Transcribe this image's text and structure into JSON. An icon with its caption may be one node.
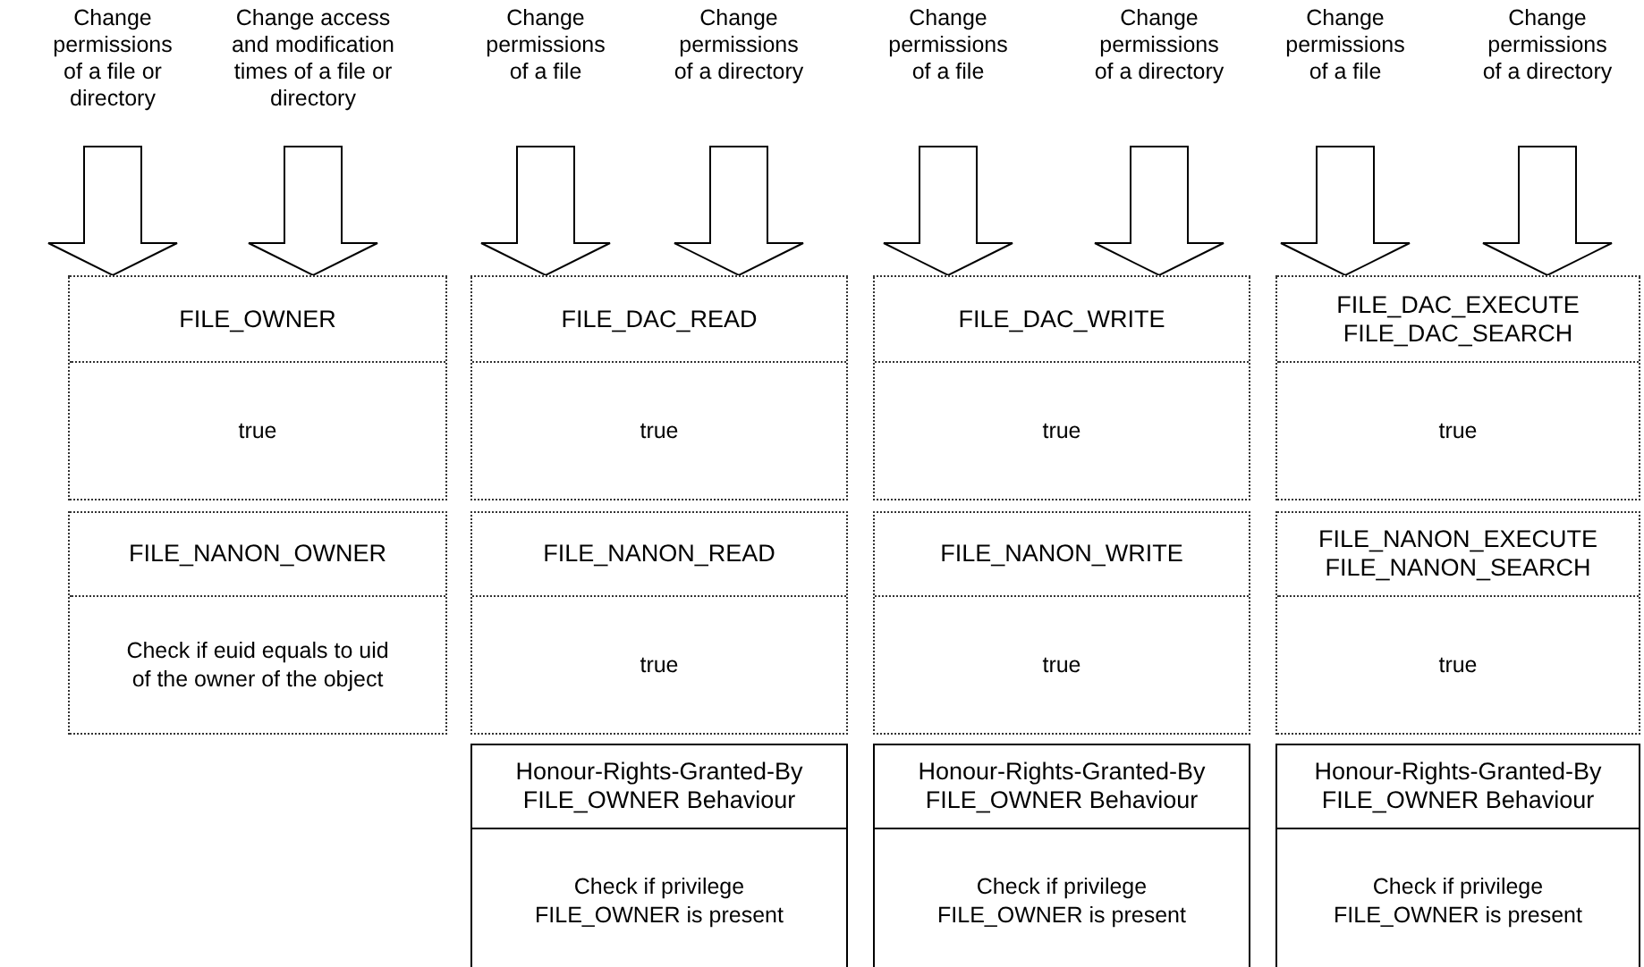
{
  "diagram": {
    "nodes": [
      {
        "text": [
          "Change permissions of a file or directory"
        ]
      },
      {
        "text": [
          "Change access and modification times of a file or directory"
        ]
      },
      {
        "text": [
          "Change permissions of a file"
        ]
      },
      {
        "text": [
          "Change permissions of a directory"
        ]
      },
      {
        "text": [
          "Change permissions of a file"
        ]
      },
      {
        "text": [
          "Change permissions of a directory"
        ]
      },
      {
        "text": [
          "Change permissions of a file"
        ]
      },
      {
        "text": [
          "Change permissions of a directory"
        ]
      },
      {
        "text": [
          "FILE_OWNER",
          "true"
        ]
      },
      {
        "text": [
          "FILE_NANON_OWNER",
          "Check if euid equals to uid of the owner of the object"
        ]
      },
      {
        "text": [
          "FILE_DAC_READ",
          "true"
        ]
      },
      {
        "text": [
          "FILE_NANON_READ",
          "true"
        ]
      },
      {
        "text": [
          "Honour-Rights-Granted-By FILE_OWNER Behaviour",
          "Check if privilege FILE_OWNER is present"
        ]
      },
      {
        "text": [
          "FILE_DAC_WRITE",
          "true"
        ]
      },
      {
        "text": [
          "FILE_NANON_WRITE",
          "true"
        ]
      },
      {
        "text": [
          "Honour-Rights-Granted-By FILE_OWNER Behaviour",
          "Check if privilege FILE_OWNER is present"
        ]
      },
      {
        "text": [
          "FILE_DAC_EXECUTE FILE_DAC_SEARCH",
          "true"
        ]
      },
      {
        "text": [
          "FILE_NANON_EXECUTE FILE_NANON_SEARCH",
          "true"
        ]
      },
      {
        "text": [
          "Honour-Rights-Granted-By FILE_OWNER Behaviour",
          "Check if privilege FILE_OWNER is present"
        ]
      }
    ],
    "edges": [
      {
        "from": 0,
        "to": 8,
        "arrow": "to",
        "style": "thick"
      },
      {
        "from": 1,
        "to": 8,
        "arrow": "to",
        "style": "thick"
      },
      {
        "from": 2,
        "to": 10,
        "arrow": "to",
        "style": "thick"
      },
      {
        "from": 3,
        "to": 10,
        "arrow": "to",
        "style": "thick"
      },
      {
        "from": 4,
        "to": 13,
        "arrow": "to",
        "style": "thick"
      },
      {
        "from": 5,
        "to": 13,
        "arrow": "to",
        "style": "thick"
      },
      {
        "from": 6,
        "to": 16,
        "arrow": "to",
        "style": "thick"
      },
      {
        "from": 7,
        "to": 16,
        "arrow": "to",
        "style": "thick"
      }
    ]
  }
}
